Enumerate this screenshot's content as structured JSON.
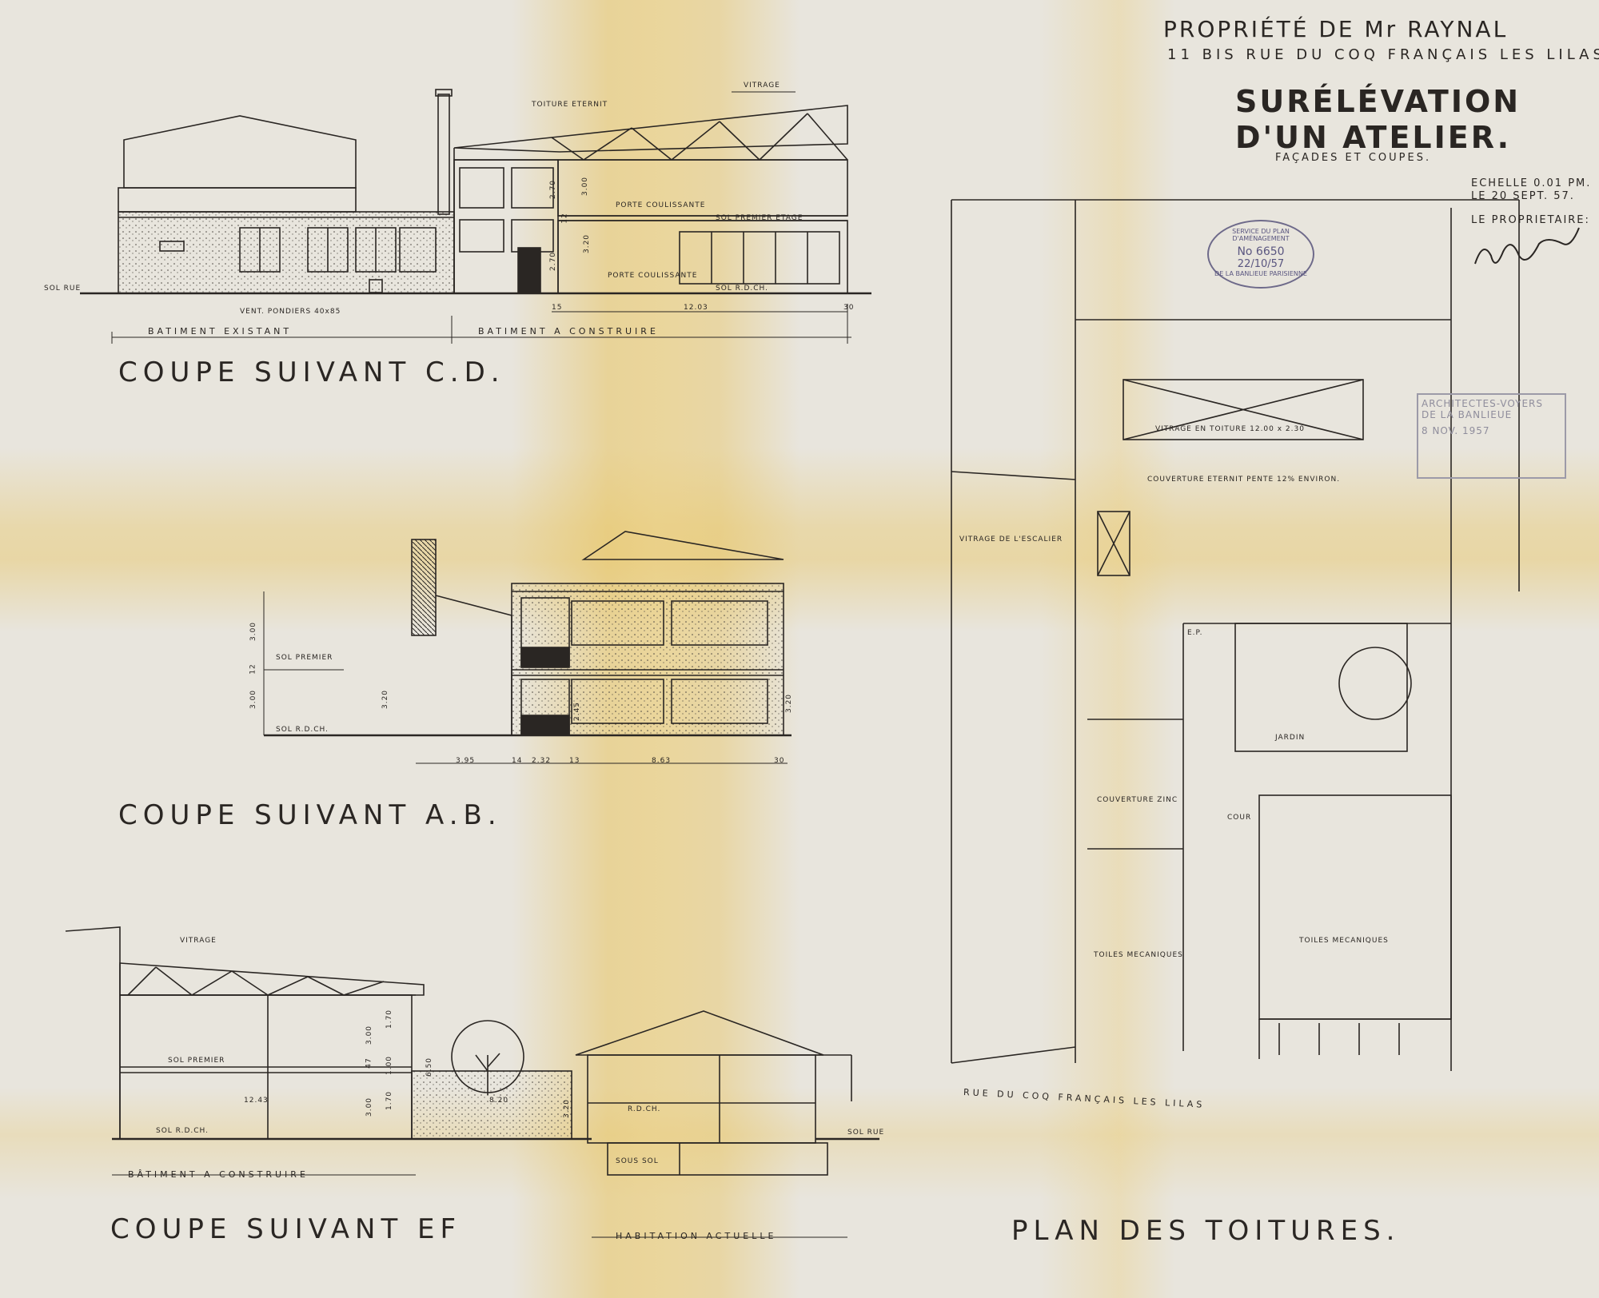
{
  "header": {
    "owner_line": "PROPRIÉTÉ DE Mr RAYNAL",
    "address_line": "11 BIS RUE DU COQ FRANÇAIS LES LILAS",
    "title_line1": "SURÉLÉVATION",
    "title_line2": "D'UN ATELIER.",
    "subtitle": "FAÇADES ET COUPES.",
    "scale": "ECHELLE 0.01 PM.",
    "date": "LE 20 SEPT. 57.",
    "owner_label": "LE PROPRIETAIRE:"
  },
  "stamps": {
    "round_top": "SERVICE DU PLAN D'AMÉNAGEMENT",
    "round_bottom": "DE LA BANLIEUE PARISIENNE",
    "round_number": "No 6650",
    "round_date": "22/10/57",
    "rect_line1": "ARCHITECTES-VOYERS",
    "rect_line2": "DE LA BANLIEUE",
    "rect_date": "8 NOV. 1957"
  },
  "section_cd": {
    "title": "COUPE SUIVANT C.D.",
    "toiture": "TOITURE ETERNIT",
    "vitrage": "VITRAGE",
    "porte1": "PORTE COULISSANTE",
    "porte2": "PORTE COULISSANTE",
    "sol_premier": "SOL PREMIER ETAGE",
    "sol_rdch": "SOL R.D.CH.",
    "sol_rue": "SOL RUE",
    "vent": "VENT. PONDIERS 40x85",
    "dim_1": "15",
    "dim_2": "12.03",
    "dim_3": "30",
    "h1": "3.20",
    "h2": "2.70",
    "h3": "12",
    "h4": "2.70",
    "h5": "3.00",
    "bat_existant": "BATIMENT EXISTANT",
    "bat_construire": "BATIMENT A CONSTRUIRE"
  },
  "section_ab": {
    "title": "COUPE SUIVANT A.B.",
    "sol_premier": "SOL PREMIER",
    "sol_rdch": "SOL R.D.CH.",
    "h_300": "3.00",
    "h_12": "12",
    "h_left": "3.00",
    "h_320a": "3.20",
    "h_245": "2.45",
    "h_320b": "3.20",
    "d_395": "3.95",
    "d_14": "14",
    "d_232": "2.32",
    "d_13": "13",
    "d_863": "8.63",
    "d_30": "30"
  },
  "section_ef": {
    "title": "COUPE SUIVANT EF",
    "vitrage": "VITRAGE",
    "sol_premier": "SOL PREMIER",
    "sol_rdch": "SOL R.D.CH.",
    "dim_1243": "12.43",
    "dim_820": "8.20",
    "rdch": "R.D.CH.",
    "sous_sol": "SOUS SOL",
    "sol_rue": "SOL RUE",
    "h_300a": "3.00",
    "h_170a": "1.70",
    "h_47": "47",
    "h_100": "1.00",
    "h_300b": "3.00",
    "h_170b": "1.70",
    "h_650": "6.50",
    "h_320": "3.20",
    "bat_construire": "BÂTIMENT A CONSTRUIRE",
    "habitation": "HABITATION ACTUELLE"
  },
  "roof_plan": {
    "title": "PLAN DES TOITURES.",
    "vitrage_toiture": "VITRAGE EN TOITURE 12.00 x 2.30",
    "couverture": "COUVERTURE ETERNIT PENTE 12% ENVIRON.",
    "vitrage_escalier": "VITRAGE DE L'ESCALIER",
    "jardin": "JARDIN",
    "cour": "COUR",
    "couverture_zinc": "COUVERTURE ZINC",
    "toiles_1": "TOILES MECANIQUES",
    "toiles_2": "TOILES MECANIQUES",
    "ep": "E.P.",
    "street": "RUE DU COQ FRANÇAIS LES LILAS"
  }
}
